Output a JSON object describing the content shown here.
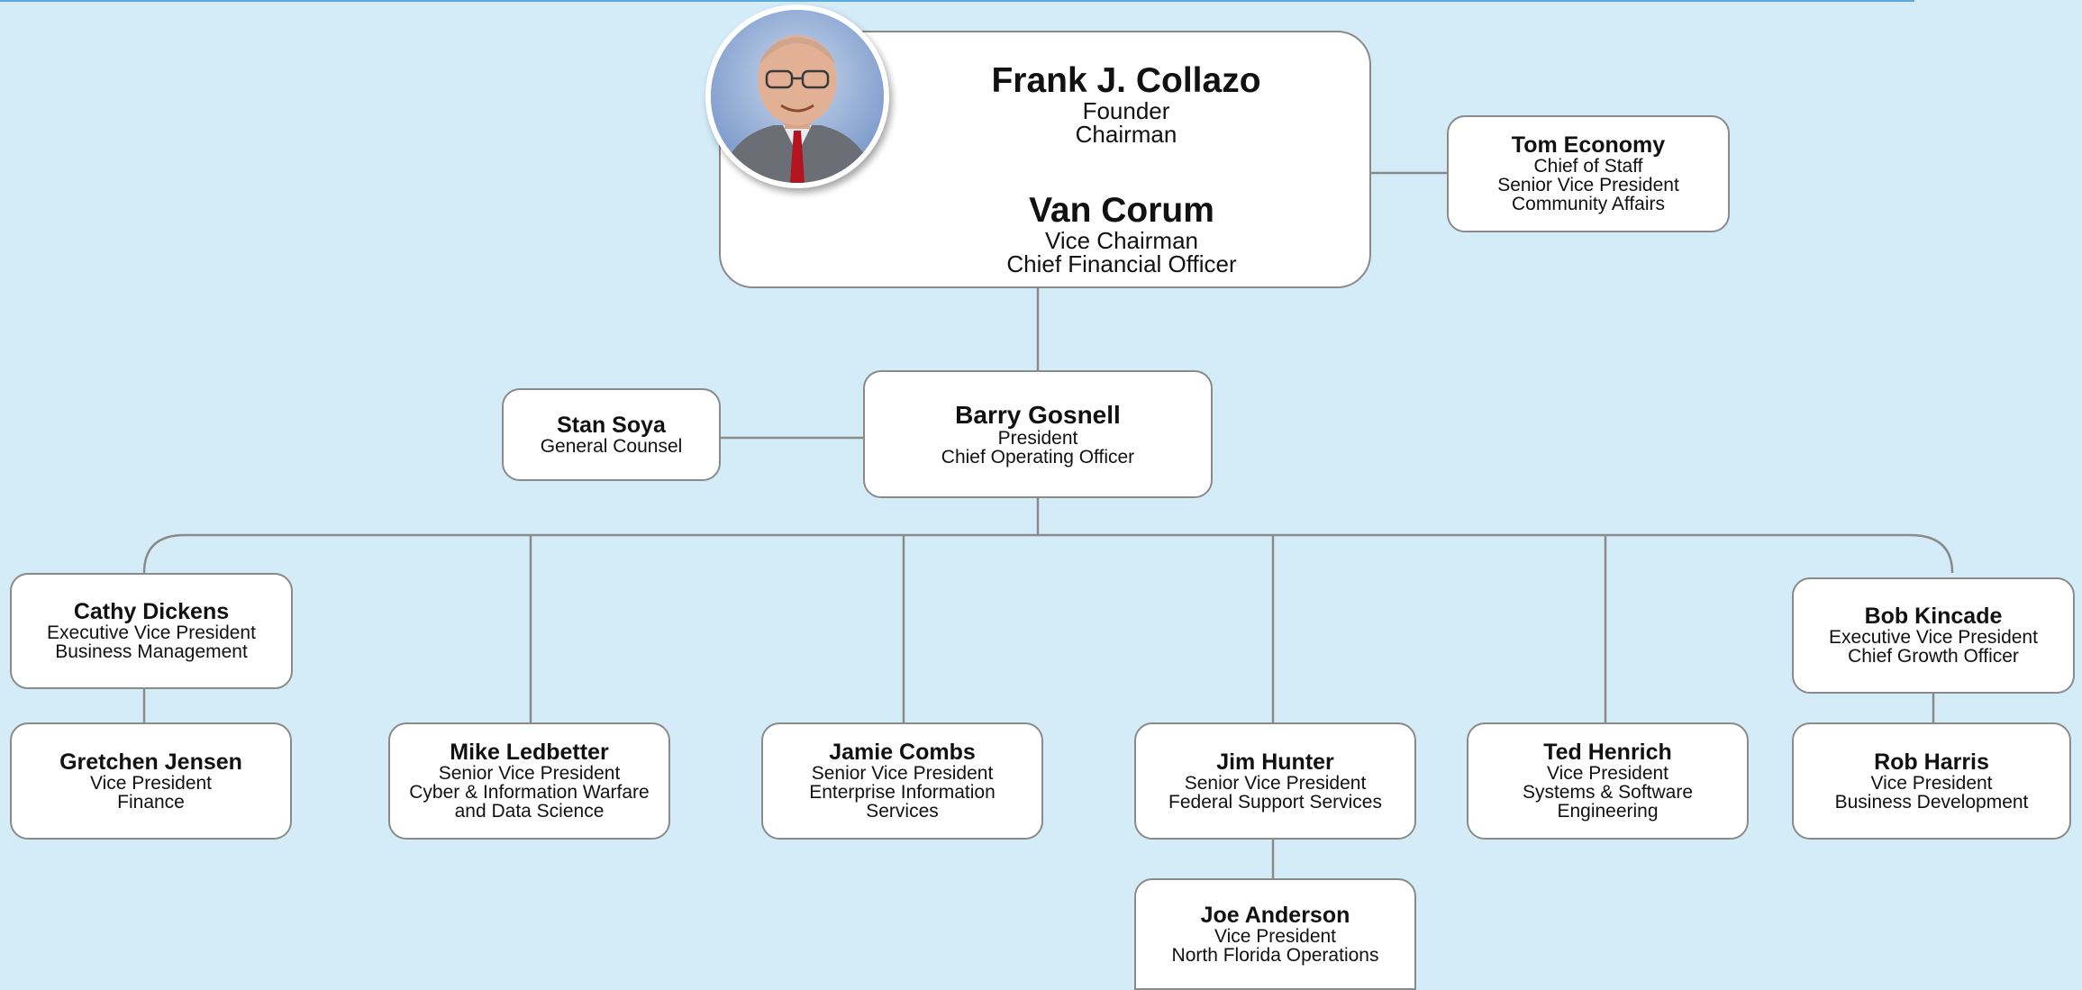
{
  "top": {
    "person1": {
      "name": "Frank J. Collazo",
      "titles": [
        "Founder",
        "Chairman"
      ]
    },
    "person2": {
      "name": "Van Corum",
      "titles": [
        "Vice Chairman",
        "Chief Financial Officer"
      ]
    }
  },
  "staff": {
    "name": "Tom Economy",
    "titles": [
      "Chief of Staff",
      "Senior Vice President",
      "Community Affairs"
    ]
  },
  "counsel": {
    "name": "Stan Soya",
    "titles": [
      "General Counsel"
    ]
  },
  "president": {
    "name": "Barry Gosnell",
    "titles": [
      "President",
      "Chief Operating Officer"
    ]
  },
  "reports": [
    {
      "name": "Cathy Dickens",
      "titles": [
        "Executive Vice President",
        "Business Management"
      ]
    },
    {
      "name": "Gretchen Jensen",
      "titles": [
        "Vice President",
        "Finance"
      ]
    },
    {
      "name": "Mike Ledbetter",
      "titles": [
        "Senior Vice President",
        "Cyber & Information Warfare",
        "and Data Science"
      ]
    },
    {
      "name": "Jamie Combs",
      "titles": [
        "Senior Vice President",
        "Enterprise Information",
        "Services"
      ]
    },
    {
      "name": "Jim Hunter",
      "titles": [
        "Senior Vice President",
        "Federal Support Services"
      ]
    },
    {
      "name": "Joe Anderson",
      "titles": [
        "Vice President",
        "North Florida Operations"
      ]
    },
    {
      "name": "Ted Henrich",
      "titles": [
        "Vice President",
        "Systems & Software",
        "Engineering"
      ]
    },
    {
      "name": "Bob Kincade",
      "titles": [
        "Executive Vice President",
        "Chief Growth Officer"
      ]
    },
    {
      "name": "Rob Harris",
      "titles": [
        "Vice President",
        "Business Development"
      ]
    }
  ],
  "colors": {
    "background": "#d4ecf8",
    "box_border": "#8a8a8a",
    "connector": "#8a8a8a"
  }
}
